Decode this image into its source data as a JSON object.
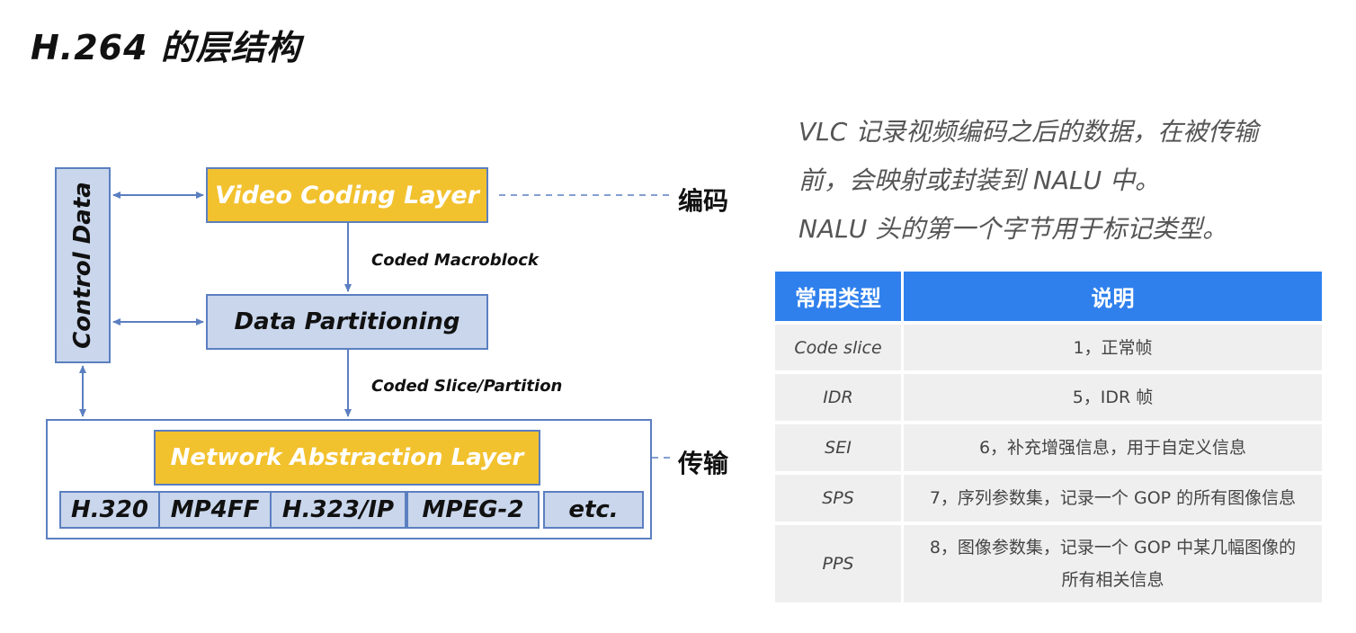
{
  "title": "H.264 的层结构",
  "diagram": {
    "control_data": "Control Data",
    "video_coding_layer": "Video Coding Layer",
    "data_partitioning": "Data Partitioning",
    "network_abstraction_layer": "Network Abstraction Layer",
    "coded_macroblock": "Coded Macroblock",
    "coded_slice": "Coded Slice/Partition",
    "encode_label": "编码",
    "transfer_label": "传输",
    "protocols": [
      "H.320",
      "MP4FF",
      "H.323/IP",
      "MPEG-2",
      "etc."
    ],
    "colors": {
      "yellow": "#f2c12e",
      "blue_fill": "#c9d6ec",
      "border": "#5b7fc0"
    }
  },
  "description": {
    "line1": "VLC 记录视频编码之后的数据，在被传输",
    "line2": "前，会映射或封装到 NALU 中。",
    "line3": "NALU 头的第一个字节用于标记类型。"
  },
  "table": {
    "headers": [
      "常用类型",
      "说明"
    ],
    "rows": [
      {
        "type": "Code slice",
        "desc": "1，正常帧"
      },
      {
        "type": "IDR",
        "desc": "5，IDR 帧"
      },
      {
        "type": "SEI",
        "desc": "6，补充增强信息，用于自定义信息"
      },
      {
        "type": "SPS",
        "desc": "7，序列参数集，记录一个 GOP 的所有图像信息"
      },
      {
        "type": "PPS",
        "desc": "8，图像参数集，记录一个 GOP 中某几幅图像的所有相关信息"
      }
    ],
    "header_color": "#2f80ed"
  }
}
